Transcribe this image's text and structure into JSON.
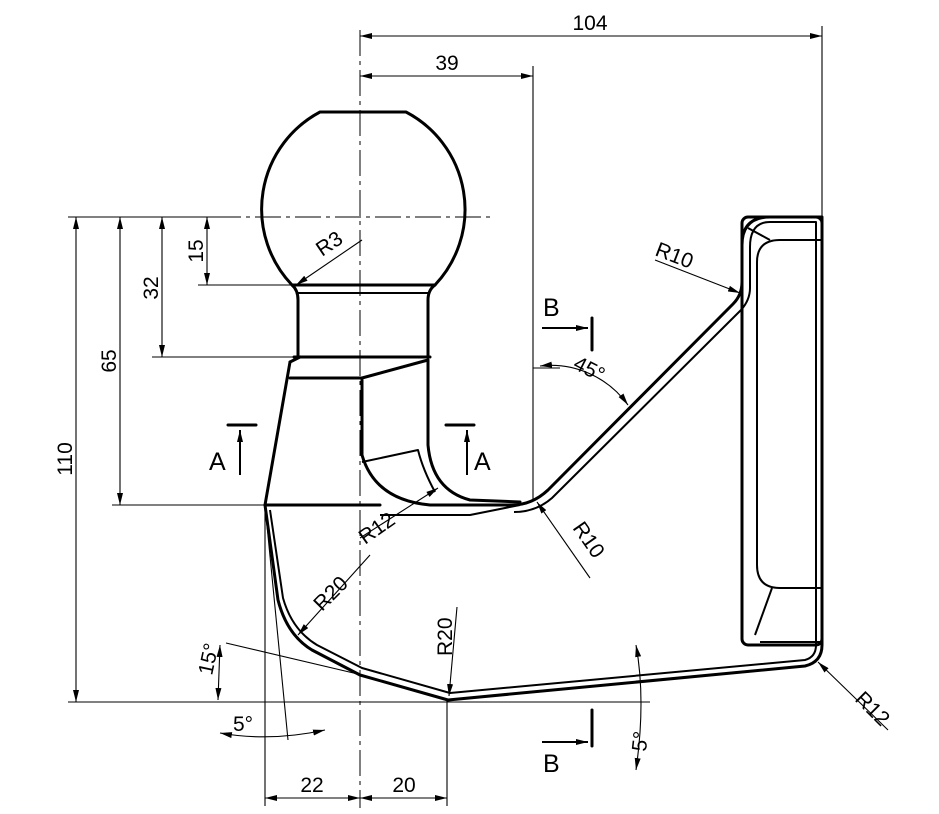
{
  "dimensions": {
    "overall_width": "104",
    "ball_offset": "39",
    "neck_height": "15",
    "ball_center_to_flange": "32",
    "ball_center_to_section_a": "65",
    "total_height": "110",
    "bottom_left": "22",
    "bottom_right": "20"
  },
  "radii": {
    "ball_neck": "R3",
    "upper_bend": "R10",
    "lower_bend": "R10",
    "inner_curve": "R12",
    "outer_curve": "R20",
    "bottom_bend": "R20",
    "plate_corner": "R12"
  },
  "angles": {
    "arm": "45°",
    "left_side": "15°",
    "left_bottom": "5°",
    "right_bottom": "5°"
  },
  "section_labels": {
    "a_left": "A",
    "a_right": "A",
    "b_top": "B",
    "b_bottom": "B"
  }
}
